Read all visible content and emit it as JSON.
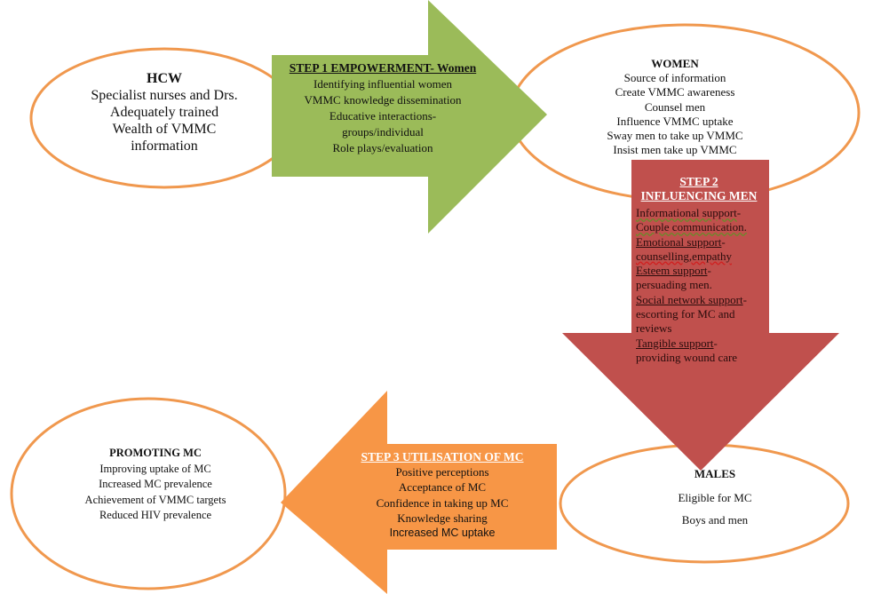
{
  "colors": {
    "ellipse_stroke": "#F0984E",
    "step1_fill": "#9BBB59",
    "step2_fill": "#C0504D",
    "step3_fill": "#F79646"
  },
  "nodes": {
    "hcw": {
      "title": "HCW",
      "lines": [
        "Specialist nurses and Drs.",
        "Adequately trained",
        "Wealth of VMMC",
        "information"
      ]
    },
    "women": {
      "title": "WOMEN",
      "lines": [
        "Source of information",
        "Create VMMC awareness",
        "Counsel men",
        "Influence VMMC uptake",
        "Sway men to take up VMMC",
        "Insist men take up VMMC"
      ]
    },
    "males": {
      "title": "MALES",
      "lines": [
        "Eligible for MC",
        "Boys and men"
      ]
    },
    "promoting": {
      "title": "PROMOTING MC",
      "lines": [
        "Improving uptake of MC",
        "Increased MC prevalence",
        "Achievement of VMMC targets",
        "Reduced HIV prevalence"
      ]
    }
  },
  "steps": {
    "step1": {
      "title": "STEP 1 EMPOWERMENT- Women",
      "lines": [
        "Identifying influential women",
        "VMMC knowledge dissemination",
        "Educative interactions-",
        "groups/individual",
        "Role plays/evaluation"
      ]
    },
    "step2": {
      "title_line1": "STEP 2",
      "title_line2": "INFLUENCING MEN",
      "items": [
        {
          "label": "Informational support",
          "detail": "Couple communication."
        },
        {
          "label": "Emotional support",
          "detail": "counselling,empathy"
        },
        {
          "label": "Esteem support",
          "detail": "persuading men."
        },
        {
          "label": "Social network support",
          "detail": "escorting for MC and reviews"
        },
        {
          "label": "Tangible support",
          "detail": "providing wound care"
        }
      ]
    },
    "step3": {
      "title": "STEP 3 UTILISATION OF MC",
      "lines": [
        "Positive perceptions",
        "Acceptance of MC",
        "Confidence in taking up MC",
        "Knowledge sharing",
        "Increased MC uptake"
      ]
    }
  }
}
